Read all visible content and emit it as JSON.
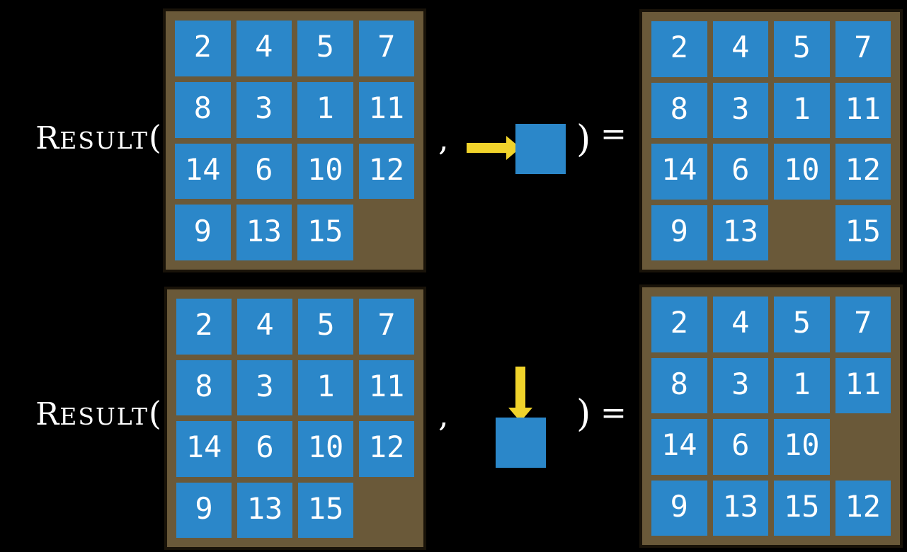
{
  "figure": {
    "description": "RESULT function applied to a 15-puzzle state with a tile-slide action"
  },
  "colors": {
    "background": "#000000",
    "tile_blue": "#2B87C9",
    "board_brown": "#6A5939",
    "board_border": "#191309",
    "arrow_yellow": "#F0D32B",
    "text_white": "#FFFFFF"
  },
  "rows": [
    {
      "label": {
        "initial": "R",
        "rest": "ESULT",
        "open_paren": "("
      },
      "comma": ",",
      "close_paren": ")",
      "equals": "=",
      "action": {
        "direction": "right"
      },
      "input_board": [
        [
          2,
          4,
          5,
          7
        ],
        [
          8,
          3,
          1,
          11
        ],
        [
          14,
          6,
          10,
          12
        ],
        [
          9,
          13,
          15,
          null
        ]
      ],
      "output_board": [
        [
          2,
          4,
          5,
          7
        ],
        [
          8,
          3,
          1,
          11
        ],
        [
          14,
          6,
          10,
          12
        ],
        [
          9,
          13,
          null,
          15
        ]
      ]
    },
    {
      "label": {
        "initial": "R",
        "rest": "ESULT",
        "open_paren": "("
      },
      "comma": ",",
      "close_paren": ")",
      "equals": "=",
      "action": {
        "direction": "down"
      },
      "input_board": [
        [
          2,
          4,
          5,
          7
        ],
        [
          8,
          3,
          1,
          11
        ],
        [
          14,
          6,
          10,
          12
        ],
        [
          9,
          13,
          15,
          null
        ]
      ],
      "output_board": [
        [
          2,
          4,
          5,
          7
        ],
        [
          8,
          3,
          1,
          11
        ],
        [
          14,
          6,
          10,
          null
        ],
        [
          9,
          13,
          15,
          12
        ]
      ]
    }
  ]
}
